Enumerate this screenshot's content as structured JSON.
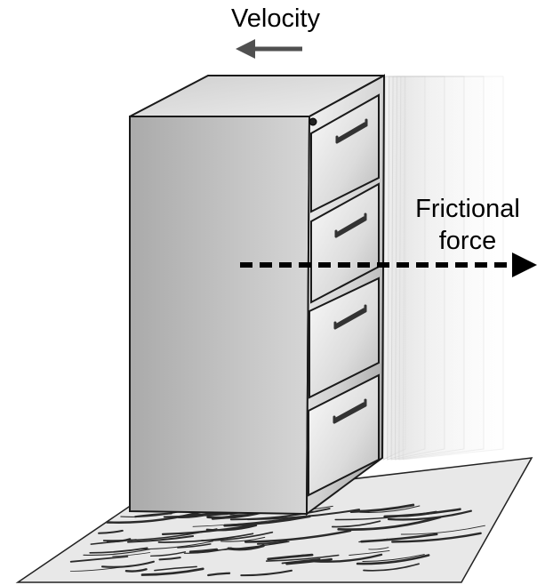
{
  "labels": {
    "velocity": "Velocity",
    "friction_line1": "Frictional",
    "friction_line2": "force"
  },
  "arrows": {
    "velocity": {
      "direction": "left",
      "color": "#505050",
      "style": "solid"
    },
    "friction": {
      "direction": "right",
      "color": "#000000",
      "style": "dashed"
    }
  },
  "cabinet": {
    "drawer_count": 4,
    "fill_light": "#f2f2f2",
    "fill_dark": "#9a9a9a",
    "outline": "#1a1a1a",
    "motion_ghosts": 6
  },
  "floor": {
    "texture": "wood-grain",
    "color": "#2a2a2a",
    "base": "#e6e6e6"
  },
  "icons": [
    "velocity-arrow",
    "friction-arrow",
    "drawer-handle-icon"
  ]
}
